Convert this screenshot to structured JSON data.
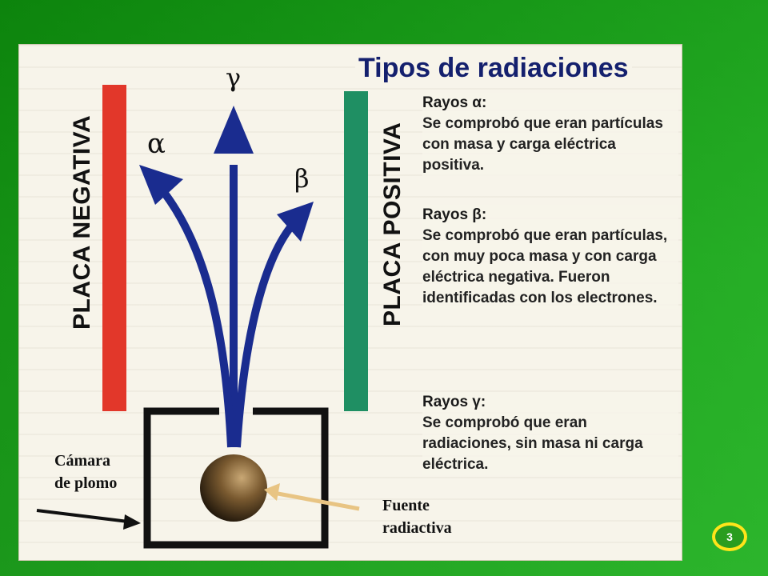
{
  "slide": {
    "title": "Tipos de radiaciones",
    "page_number": "3"
  },
  "diagram": {
    "negative_plate_label": "PLACA NEGATIVA",
    "positive_plate_label": "PLACA POSITIVA",
    "gamma_symbol": "γ",
    "alpha_symbol": "α",
    "beta_symbol": "β",
    "chamber_label_line1": "Cámara",
    "chamber_label_line2": "de plomo",
    "source_label_line1": "Fuente",
    "source_label_line2": "radiactiva",
    "colors": {
      "negative_plate": "#e2372a",
      "positive_plate": "#1f8f63",
      "rays": "#1a2c8f",
      "source_sphere": "#7a5a30",
      "source_arrow": "#e8c483"
    }
  },
  "info": {
    "alpha": {
      "heading": "Rayos α:",
      "body": "Se comprobó que eran partículas con masa y carga eléctrica positiva."
    },
    "beta": {
      "heading": "Rayos β:",
      "body": "Se comprobó que eran partículas, con muy poca masa y con carga eléctrica negativa. Fueron identificadas con los electrones."
    },
    "gamma": {
      "heading": "Rayos γ:",
      "body": "Se comprobó que eran radiaciones, sin masa ni carga eléctrica."
    }
  }
}
